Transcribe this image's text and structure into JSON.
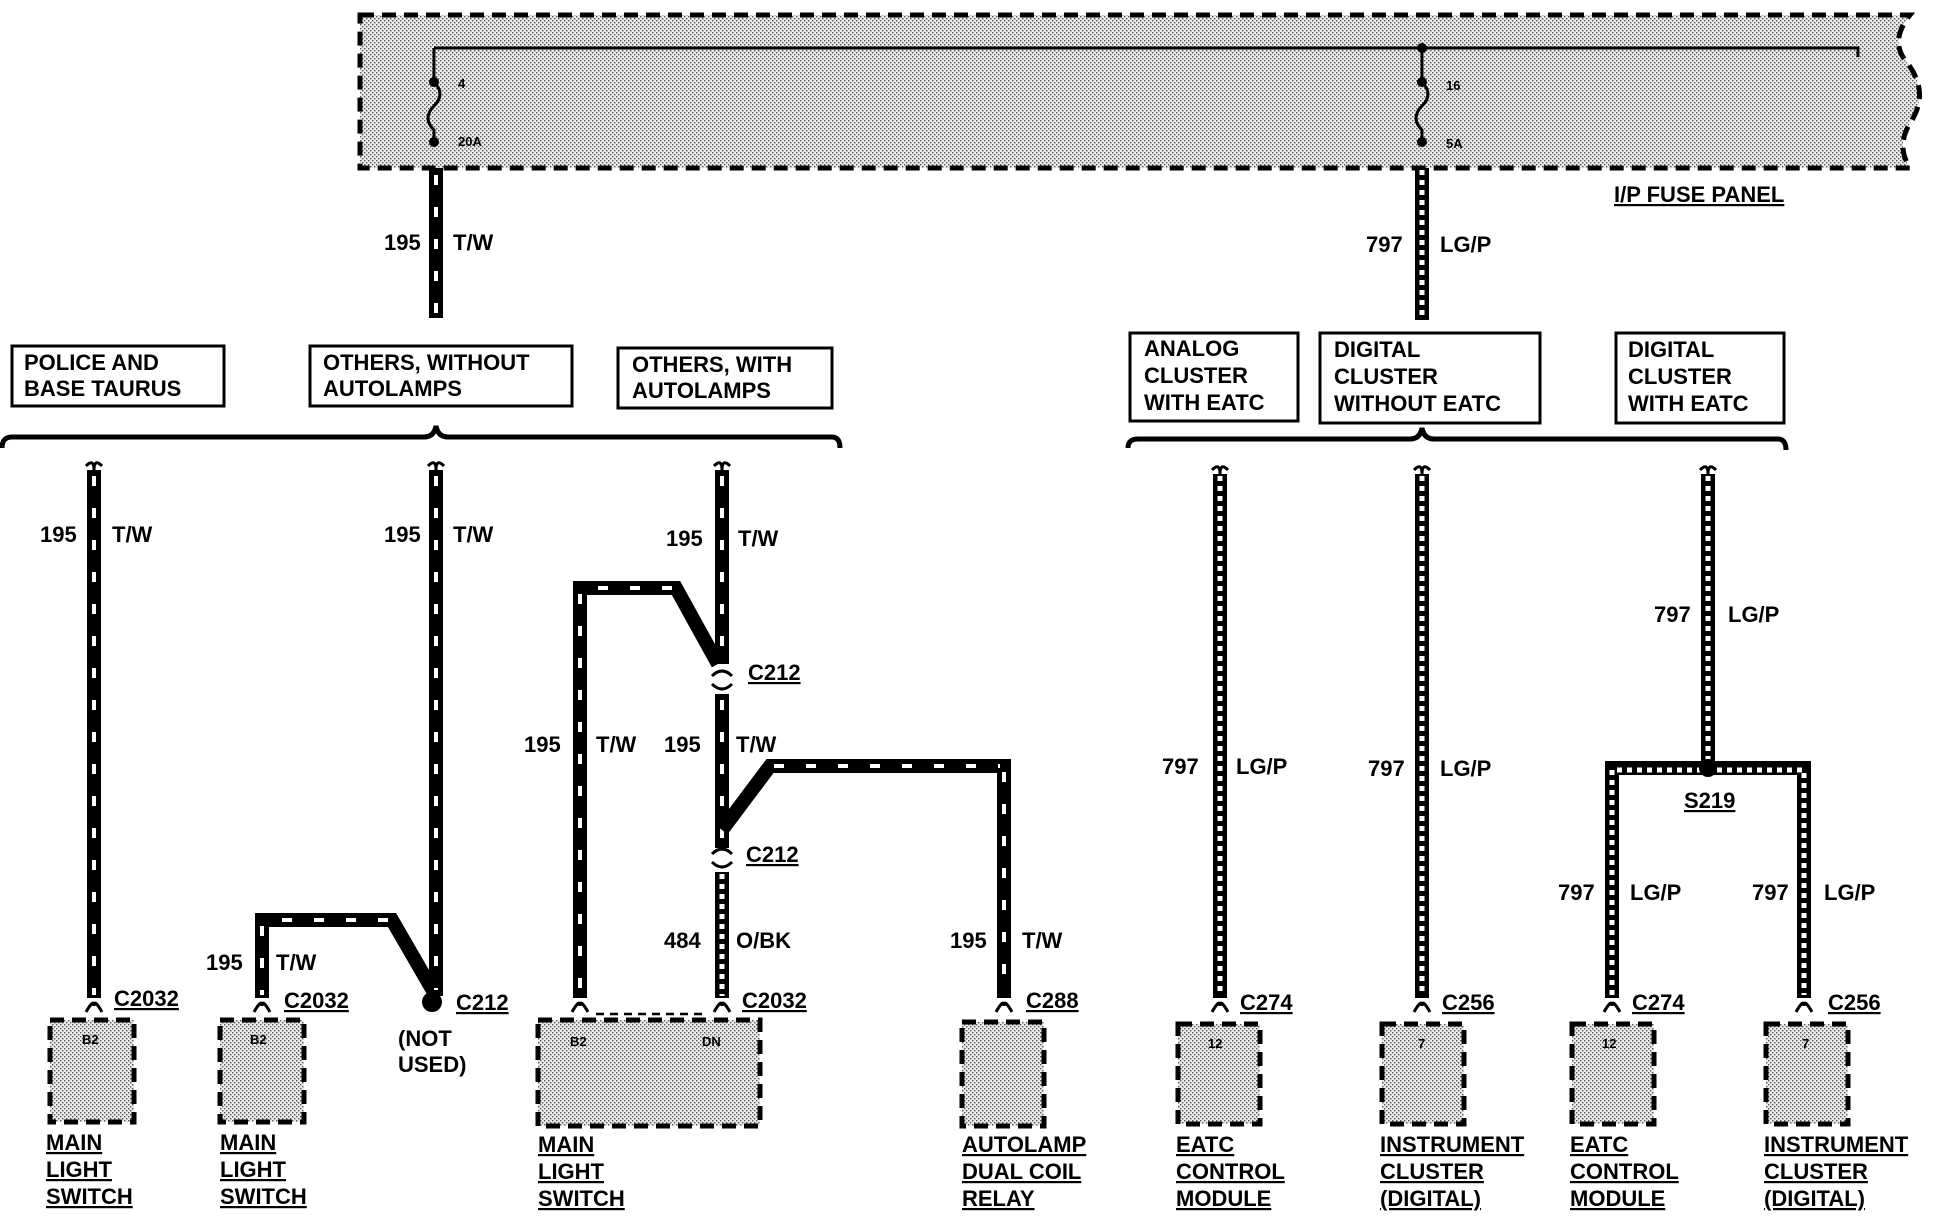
{
  "fuse_panel": {
    "name": "I/P FUSE PANEL",
    "fuse_a": {
      "number": "4",
      "rating": "20A"
    },
    "fuse_b": {
      "number": "16",
      "rating": "5A"
    }
  },
  "feeds": {
    "left": {
      "circuit": "195",
      "color": "T/W"
    },
    "right": {
      "circuit": "797",
      "color": "LG/P"
    }
  },
  "variants": {
    "police": "POLICE AND\nBASE TAURUS",
    "others_without": "OTHERS, WITHOUT\nAUTOLAMPS",
    "others_with": "OTHERS, WITH\nAUTOLAMPS",
    "analog_eatc": "ANALOG\nCLUSTER\nWITH EATC",
    "digital_without": "DIGITAL\nCLUSTER\nWITHOUT EATC",
    "digital_with": "DIGITAL\nCLUSTER\nWITH EATC"
  },
  "wire_labels": {
    "w195": "195",
    "tw": "T/W",
    "w797": "797",
    "lgp": "LG/P",
    "w484": "484",
    "obk": "O/BK"
  },
  "connectors": {
    "c2032": "C2032",
    "c212": "C212",
    "c288": "C288",
    "c274": "C274",
    "c256": "C256"
  },
  "splice": "S219",
  "not_used": "(NOT\nUSED)",
  "pins": {
    "b2": "B2",
    "dn": "DN",
    "p12": "12",
    "p7": "7"
  },
  "components": {
    "main_light_switch": "MAIN\nLIGHT\nSWITCH",
    "autolamp_relay": "AUTOLAMP\nDUAL COIL\nRELAY",
    "eatc_module": "EATC\nCONTROL\nMODULE",
    "instrument_cluster": "INSTRUMENT\nCLUSTER\n(DIGITAL)"
  }
}
